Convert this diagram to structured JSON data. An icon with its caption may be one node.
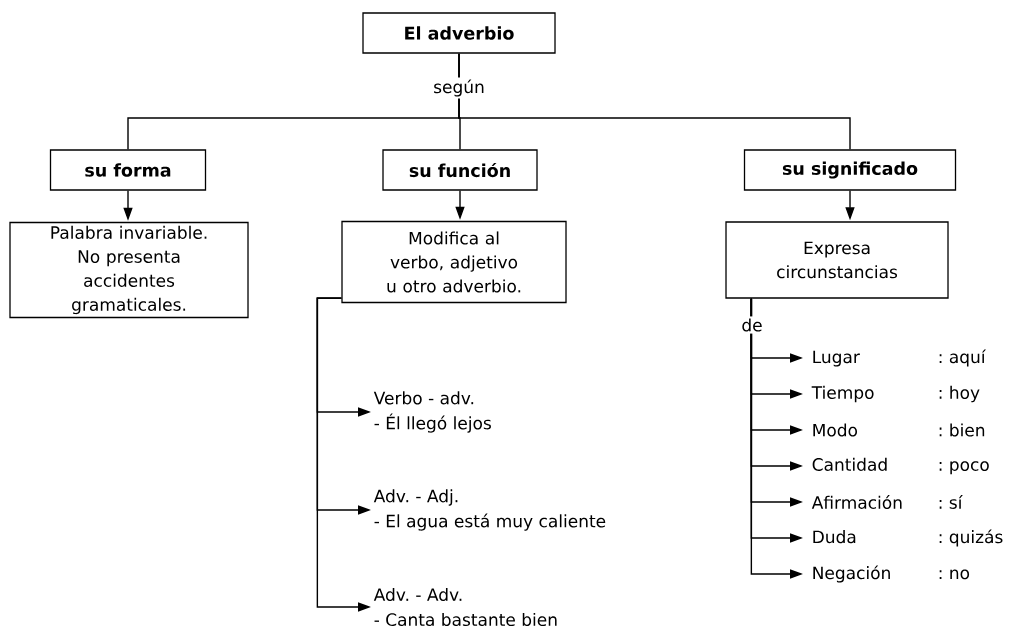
{
  "diagram": {
    "nodes": [
      {
        "text": [
          "El adverbio"
        ]
      },
      {
        "text": [
          "su forma"
        ]
      },
      {
        "text": [
          "su función"
        ]
      },
      {
        "text": [
          "su significado"
        ]
      },
      {
        "text": [
          "Palabra invariable. No presenta accidentes gramaticales."
        ]
      },
      {
        "text": [
          "Modifica al verbo, adjetivo u otro adverbio."
        ]
      },
      {
        "text": [
          "Expresa circunstancias"
        ]
      },
      {
        "text": [
          "Verbo - adv.",
          "- Él llegó lejos"
        ]
      },
      {
        "text": [
          "Adv. - Adj.",
          "- El agua está muy caliente"
        ]
      },
      {
        "text": [
          "Adv. - Adv.",
          "- Canta bastante bien"
        ]
      },
      {
        "text": [
          "Lugar",
          ": aquí"
        ]
      },
      {
        "text": [
          "Tiempo",
          ": hoy"
        ]
      },
      {
        "text": [
          "Modo",
          ": bien"
        ]
      },
      {
        "text": [
          "Cantidad",
          ": poco"
        ]
      },
      {
        "text": [
          "Afirmación",
          ": sí"
        ]
      },
      {
        "text": [
          "Duda",
          ": quizás"
        ]
      },
      {
        "text": [
          "Negación",
          ": no"
        ]
      }
    ],
    "edges": [
      {
        "from": 0,
        "to": 1,
        "arrow": "none"
      },
      {
        "from": 0,
        "to": 2,
        "arrow": "none",
        "label": "según"
      },
      {
        "from": 0,
        "to": 3,
        "arrow": "none"
      },
      {
        "from": 1,
        "to": 4,
        "arrow": "to"
      },
      {
        "from": 2,
        "to": 5,
        "arrow": "to"
      },
      {
        "from": 3,
        "to": 6,
        "arrow": "to"
      },
      {
        "from": 5,
        "to": 7,
        "arrow": "to"
      },
      {
        "from": 5,
        "to": 8,
        "arrow": "to"
      },
      {
        "from": 5,
        "to": 9,
        "arrow": "to"
      },
      {
        "from": 6,
        "to": 10,
        "arrow": "to",
        "label": "de"
      },
      {
        "from": 6,
        "to": 11,
        "arrow": "to"
      },
      {
        "from": 6,
        "to": 12,
        "arrow": "to"
      },
      {
        "from": 6,
        "to": 13,
        "arrow": "to"
      },
      {
        "from": 6,
        "to": 14,
        "arrow": "to"
      },
      {
        "from": 6,
        "to": 15,
        "arrow": "to"
      },
      {
        "from": 6,
        "to": 16,
        "arrow": "to"
      }
    ]
  }
}
